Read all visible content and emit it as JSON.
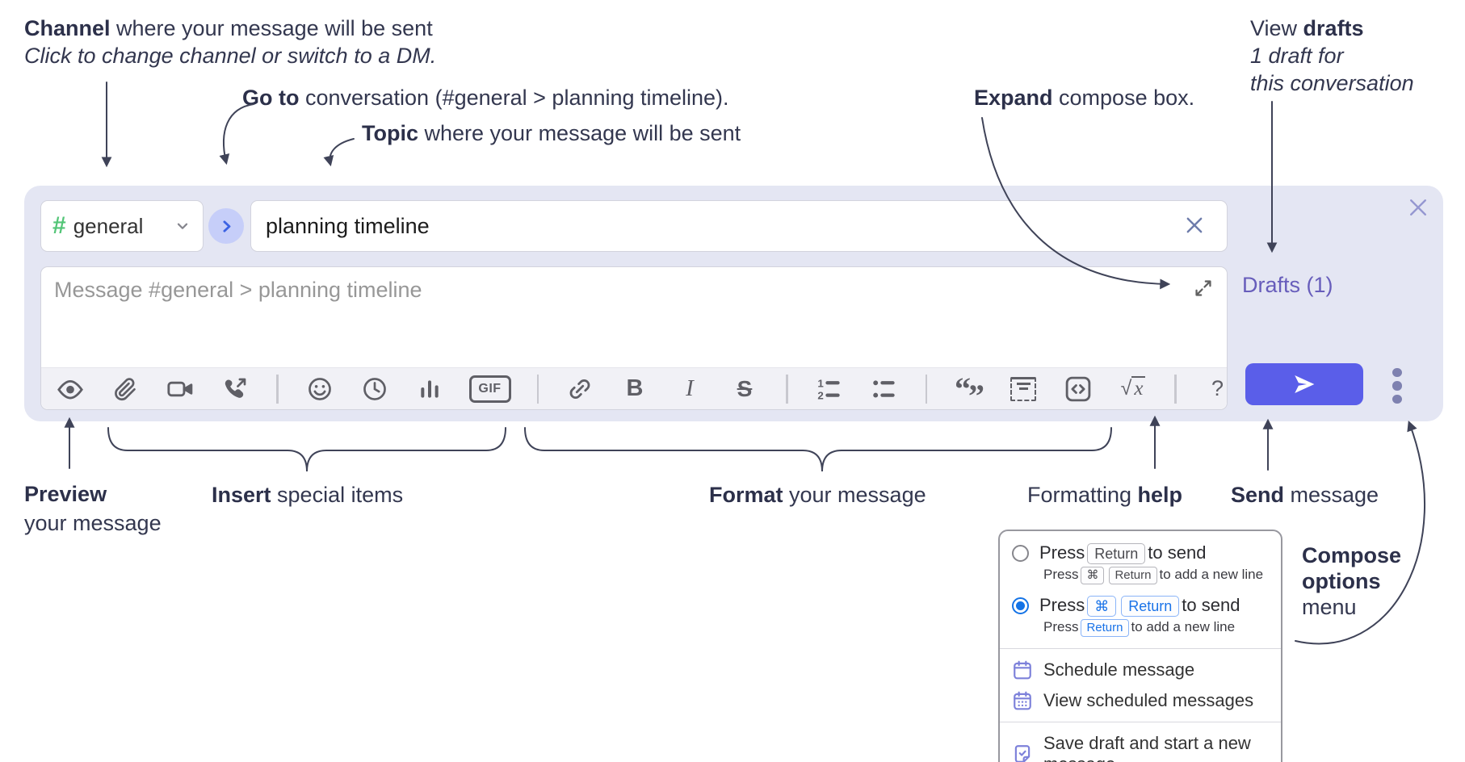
{
  "annotations": {
    "channel": {
      "bold": "Channel",
      "rest": " where your message will be sent",
      "line2": "Click to change channel or switch to a DM."
    },
    "goto": {
      "bold": "Go to",
      "rest": " conversation (#general > planning timeline)."
    },
    "topic": {
      "bold": "Topic",
      "rest": " where your message will be sent"
    },
    "expand": {
      "bold": "Expand",
      "rest": " compose box."
    },
    "drafts": {
      "pre": "View ",
      "bold": "drafts",
      "line2": "1 draft for",
      "line3": "this conversation"
    },
    "preview": {
      "bold": "Preview",
      "line2": "your message"
    },
    "insert": {
      "bold": "Insert",
      "rest": " special items"
    },
    "format": {
      "bold": "Format",
      "rest": " your message"
    },
    "help": {
      "pre": "Formatting ",
      "bold": "help"
    },
    "send": {
      "bold": "Send",
      "rest": " message"
    },
    "compose_options": {
      "bold1": "Compose",
      "bold2": "options",
      "rest": "menu"
    }
  },
  "compose": {
    "channel": {
      "hash": "#",
      "name": "general"
    },
    "topic_value": "planning timeline",
    "message_placeholder": "Message #general > planning timeline",
    "drafts_link": "Drafts (1)",
    "toolbar": {
      "gif": "GIF",
      "bold": "B",
      "italic": "I",
      "strike": "S",
      "quote_open": "“",
      "quote_close": "”",
      "math_sqrt": "√",
      "math_x": "x",
      "help": "?"
    }
  },
  "popup": {
    "option1": {
      "press": "Press",
      "key1": "Return",
      "suffix": "to send",
      "sub": {
        "press": "Press",
        "key1": "⌘",
        "key2": "Return",
        "suffix": "to add a new line"
      }
    },
    "option2": {
      "press": "Press",
      "key1": "⌘",
      "key2": "Return",
      "suffix": "to send",
      "sub": {
        "press": "Press",
        "key1": "Return",
        "suffix": "to add a new line"
      }
    },
    "items": [
      {
        "label": "Schedule message"
      },
      {
        "label": "View scheduled messages"
      },
      {
        "label": "Save draft and start a new message"
      }
    ]
  },
  "colors": {
    "container_bg": "#e4e6f3",
    "accent_indigo": "#5a5ee9",
    "hash_green": "#53c577",
    "goto_circle_bg": "#c6cef9",
    "goto_chevron_blue": "#3c62e3",
    "drafts_link_purple": "#675dbb",
    "annotation_navy": "#33374f",
    "radio_selected_blue": "#1473e6",
    "key_chip_blue": "#1a73e8",
    "menu_icon_purple": "#7d81da",
    "toolbar_icon_gray": "#5f5f66"
  }
}
